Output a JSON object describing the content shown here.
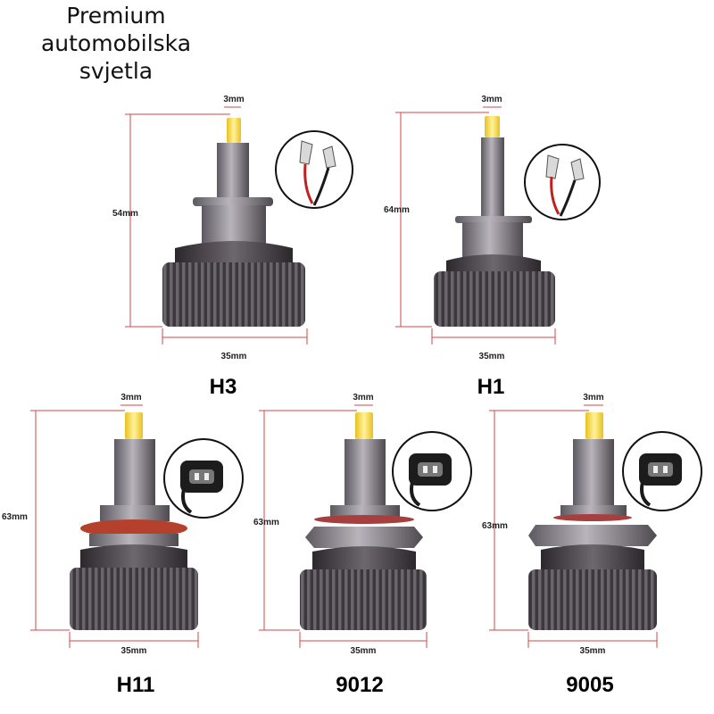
{
  "heading": {
    "lines": [
      "Premium",
      "automobilska",
      "svjetla"
    ]
  },
  "colors": {
    "dimension_line": "#d24a4a",
    "heatsink": "#4a444a",
    "heatsink_dark": "#2b272b",
    "metal": "#8c8890",
    "led_chip": "#f2d23a",
    "h11_ring": "#b5402c",
    "socket_body": "#1c1c1c"
  },
  "bulbs": [
    {
      "model": "H3",
      "connector": "spade-terminal",
      "tip_width": "3mm",
      "height": "54mm",
      "width": "35mm"
    },
    {
      "model": "H1",
      "connector": "spade-terminal",
      "tip_width": "3mm",
      "height": "64mm",
      "width": "35mm"
    },
    {
      "model": "H11",
      "connector": "plug-socket",
      "tip_width": "3mm",
      "height": "63mm",
      "width": "35mm"
    },
    {
      "model": "9012",
      "connector": "plug-socket",
      "tip_width": "3mm",
      "height": "63mm",
      "width": "35mm"
    },
    {
      "model": "9005",
      "connector": "plug-socket",
      "tip_width": "3mm",
      "height": "63mm",
      "width": "35mm"
    }
  ]
}
